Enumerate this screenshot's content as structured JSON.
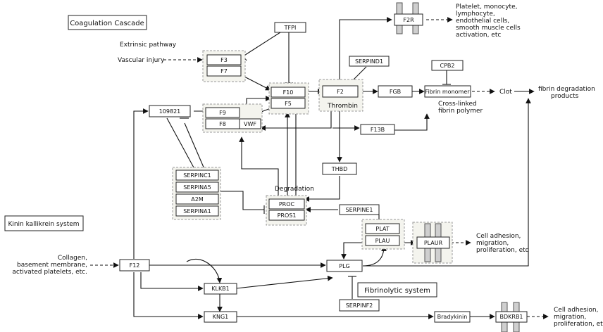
{
  "labels": {
    "coagulation_cascade": "Coagulation Cascade",
    "extrinsic_pathway": "Extrinsic pathway",
    "vascular_injury": "Vascular injury",
    "kinin_system": "Kinin kallikrein system",
    "collagen_line1": "Collagen,",
    "collagen_line2": "basement membrane,",
    "collagen_line3": "activated platelets, etc.",
    "platelet_line1": "Platelet, monocyte,",
    "platelet_line2": "lymphocyte,",
    "platelet_line3": "endothelial cells,",
    "platelet_line4": "smooth muscle cells",
    "platelet_line5": "activation, etc",
    "thrombin": "Thrombin",
    "crosslinked_line1": "Cross-linked",
    "crosslinked_line2": "fibrin polymer",
    "clot": "Clot",
    "fibrin_deg_line1": "fibrin degradation",
    "fibrin_deg_line2": "products",
    "degradation": "Degradation",
    "fibrinolytic_system": "Fibrinolytic system",
    "cell_adhesion1_line1": "Cell adhesion,",
    "cell_adhesion1_line2": "migration,",
    "cell_adhesion1_line3": "proliferation, etc",
    "cell_adhesion2_line1": "Cell adhesion,",
    "cell_adhesion2_line2": "migration,",
    "cell_adhesion2_line3": "proliferation, etc"
  },
  "genes": {
    "tfpi": "TFPI",
    "f2r": "F2R",
    "serpind1": "SERPIND1",
    "cpb2": "CPB2",
    "f3": "F3",
    "f7": "F7",
    "f10": "F10",
    "f5": "F5",
    "f2": "F2",
    "fgb": "FGB",
    "fibrin_monomer": "Fibrin monomer",
    "n109821": "109821",
    "f9": "F9",
    "f8": "F8",
    "vwf": "VWF",
    "f13b": "F13B",
    "serpinc1": "SERPINC1",
    "serpina5": "SERPINA5",
    "a2m": "A2M",
    "serpina1": "SERPINA1",
    "thbd": "THBD",
    "proc": "PROC",
    "pros1": "PROS1",
    "serpine1": "SERPINE1",
    "plat": "PLAT",
    "plau": "PLAU",
    "plaur": "PLAUR",
    "f12": "F12",
    "plg": "PLG",
    "klkb1": "KLKB1",
    "serpinf2": "SERPINF2",
    "kng1": "KNG1",
    "bradykinin": "Bradykinin",
    "bdkrb1": "BDKRB1"
  },
  "colors": {
    "highlight": "#8fdc1e",
    "compound_text": "#1a1acc",
    "gray_node": "#d0d0d0",
    "group_bg": "#f4f4ee"
  }
}
